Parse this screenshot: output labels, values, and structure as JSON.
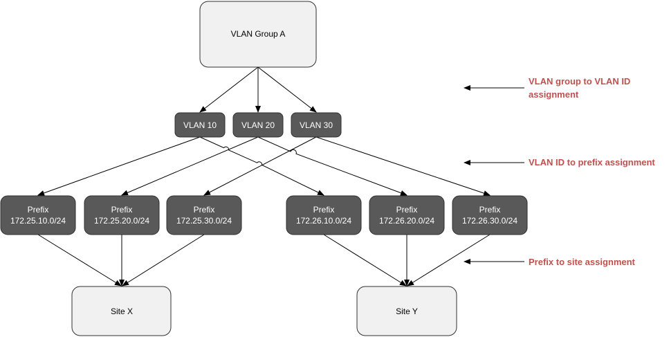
{
  "colors": {
    "light_fill": "#f1f1f1",
    "dark_fill": "#595959",
    "border": "#303030",
    "dark_text": "#ffffff",
    "light_text": "#000000",
    "line": "#000000",
    "annotation": "#c0504d"
  },
  "group": {
    "label": "VLAN Group A"
  },
  "vlans": [
    {
      "label": "VLAN 10"
    },
    {
      "label": "VLAN 20"
    },
    {
      "label": "VLAN 30"
    }
  ],
  "prefixes": [
    {
      "title": "Prefix",
      "value": "172.25.10.0/24"
    },
    {
      "title": "Prefix",
      "value": "172.25.20.0/24"
    },
    {
      "title": "Prefix",
      "value": "172.25.30.0/24"
    },
    {
      "title": "Prefix",
      "value": "172.26.10.0/24"
    },
    {
      "title": "Prefix",
      "value": "172.26.20.0/24"
    },
    {
      "title": "Prefix",
      "value": "172.26.30.0/24"
    }
  ],
  "sites": [
    {
      "label": "Site X"
    },
    {
      "label": "Site Y"
    }
  ],
  "annotations": [
    {
      "lines": [
        "VLAN group to VLAN ID",
        "assignment"
      ]
    },
    {
      "lines": [
        "VLAN ID to prefix assignment"
      ]
    },
    {
      "lines": [
        "Prefix to site assignment"
      ]
    }
  ]
}
